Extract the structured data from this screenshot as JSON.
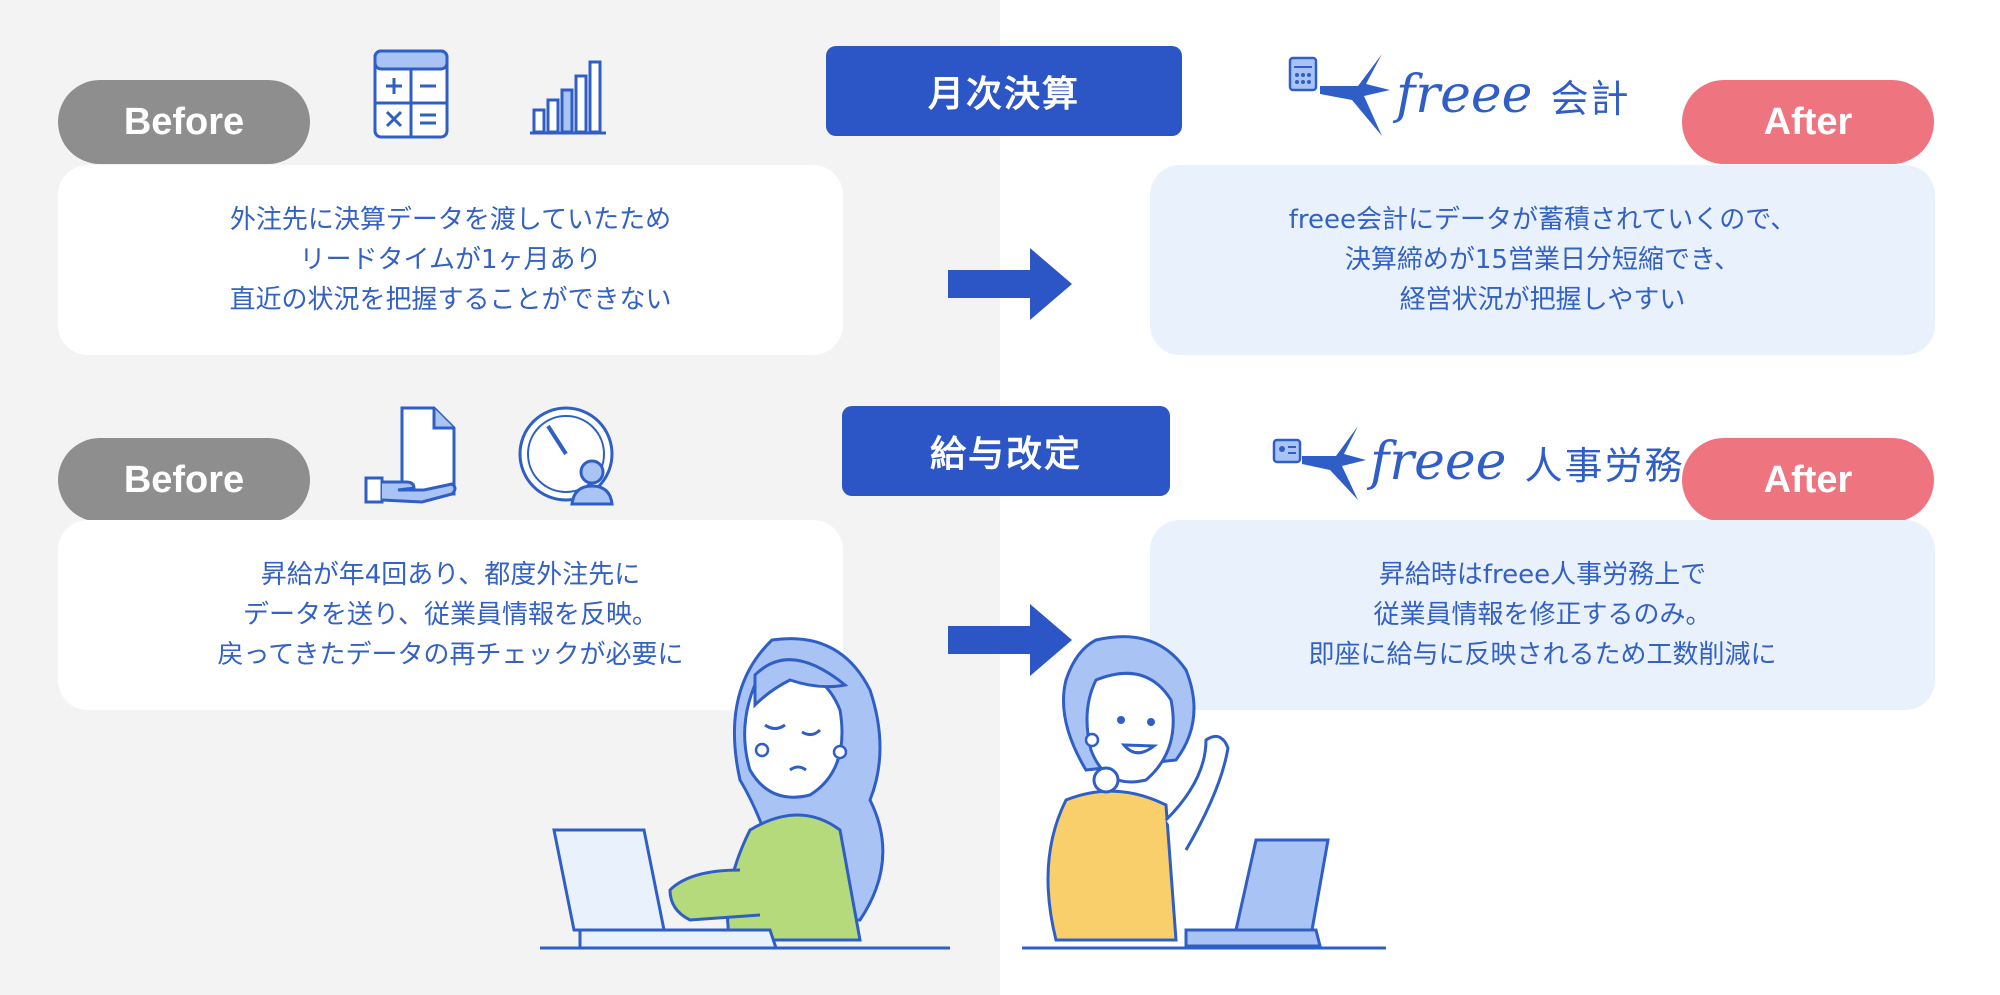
{
  "rows": [
    {
      "before_label": "Before",
      "after_label": "After",
      "category": "月次決算",
      "before_lines": [
        "外注先に決算データを渡していたため",
        "リードタイムが1ヶ月あり",
        "直近の状況を把握することができない"
      ],
      "after_lines": [
        "freee会計にデータが蓄積されていくので、",
        "決算締めが15営業日分短縮でき、",
        "経営状況が把握しやすい"
      ],
      "logo_word": "freee",
      "logo_sub": "会計"
    },
    {
      "before_label": "Before",
      "after_label": "After",
      "category": "給与改定",
      "before_lines": [
        "昇給が年4回あり、都度外注先に",
        "データを送り、従業員情報を反映。",
        "戻ってきたデータの再チェックが必要に"
      ],
      "after_lines": [
        "昇給時はfreee人事労務上で",
        "従業員情報を修正するのみ。",
        "即座に給与に反映されるため工数削減に"
      ],
      "logo_word": "freee",
      "logo_sub": "人事労務"
    }
  ],
  "icons": {
    "row1_before": [
      "calculator-icon",
      "bar-chart-icon"
    ],
    "row2_before": [
      "document-hand-icon",
      "clock-person-icon"
    ],
    "row1_logo": "freee-accounting-bird-icon",
    "row2_logo": "freee-hr-bird-icon"
  },
  "colors": {
    "primary_blue": "#2c55c6",
    "text_blue": "#3361c4",
    "before_gray": "#8e8e8e",
    "after_pink": "#ee7580",
    "after_card_bg": "#e9f1fc",
    "left_bg": "#f3f3f3"
  }
}
